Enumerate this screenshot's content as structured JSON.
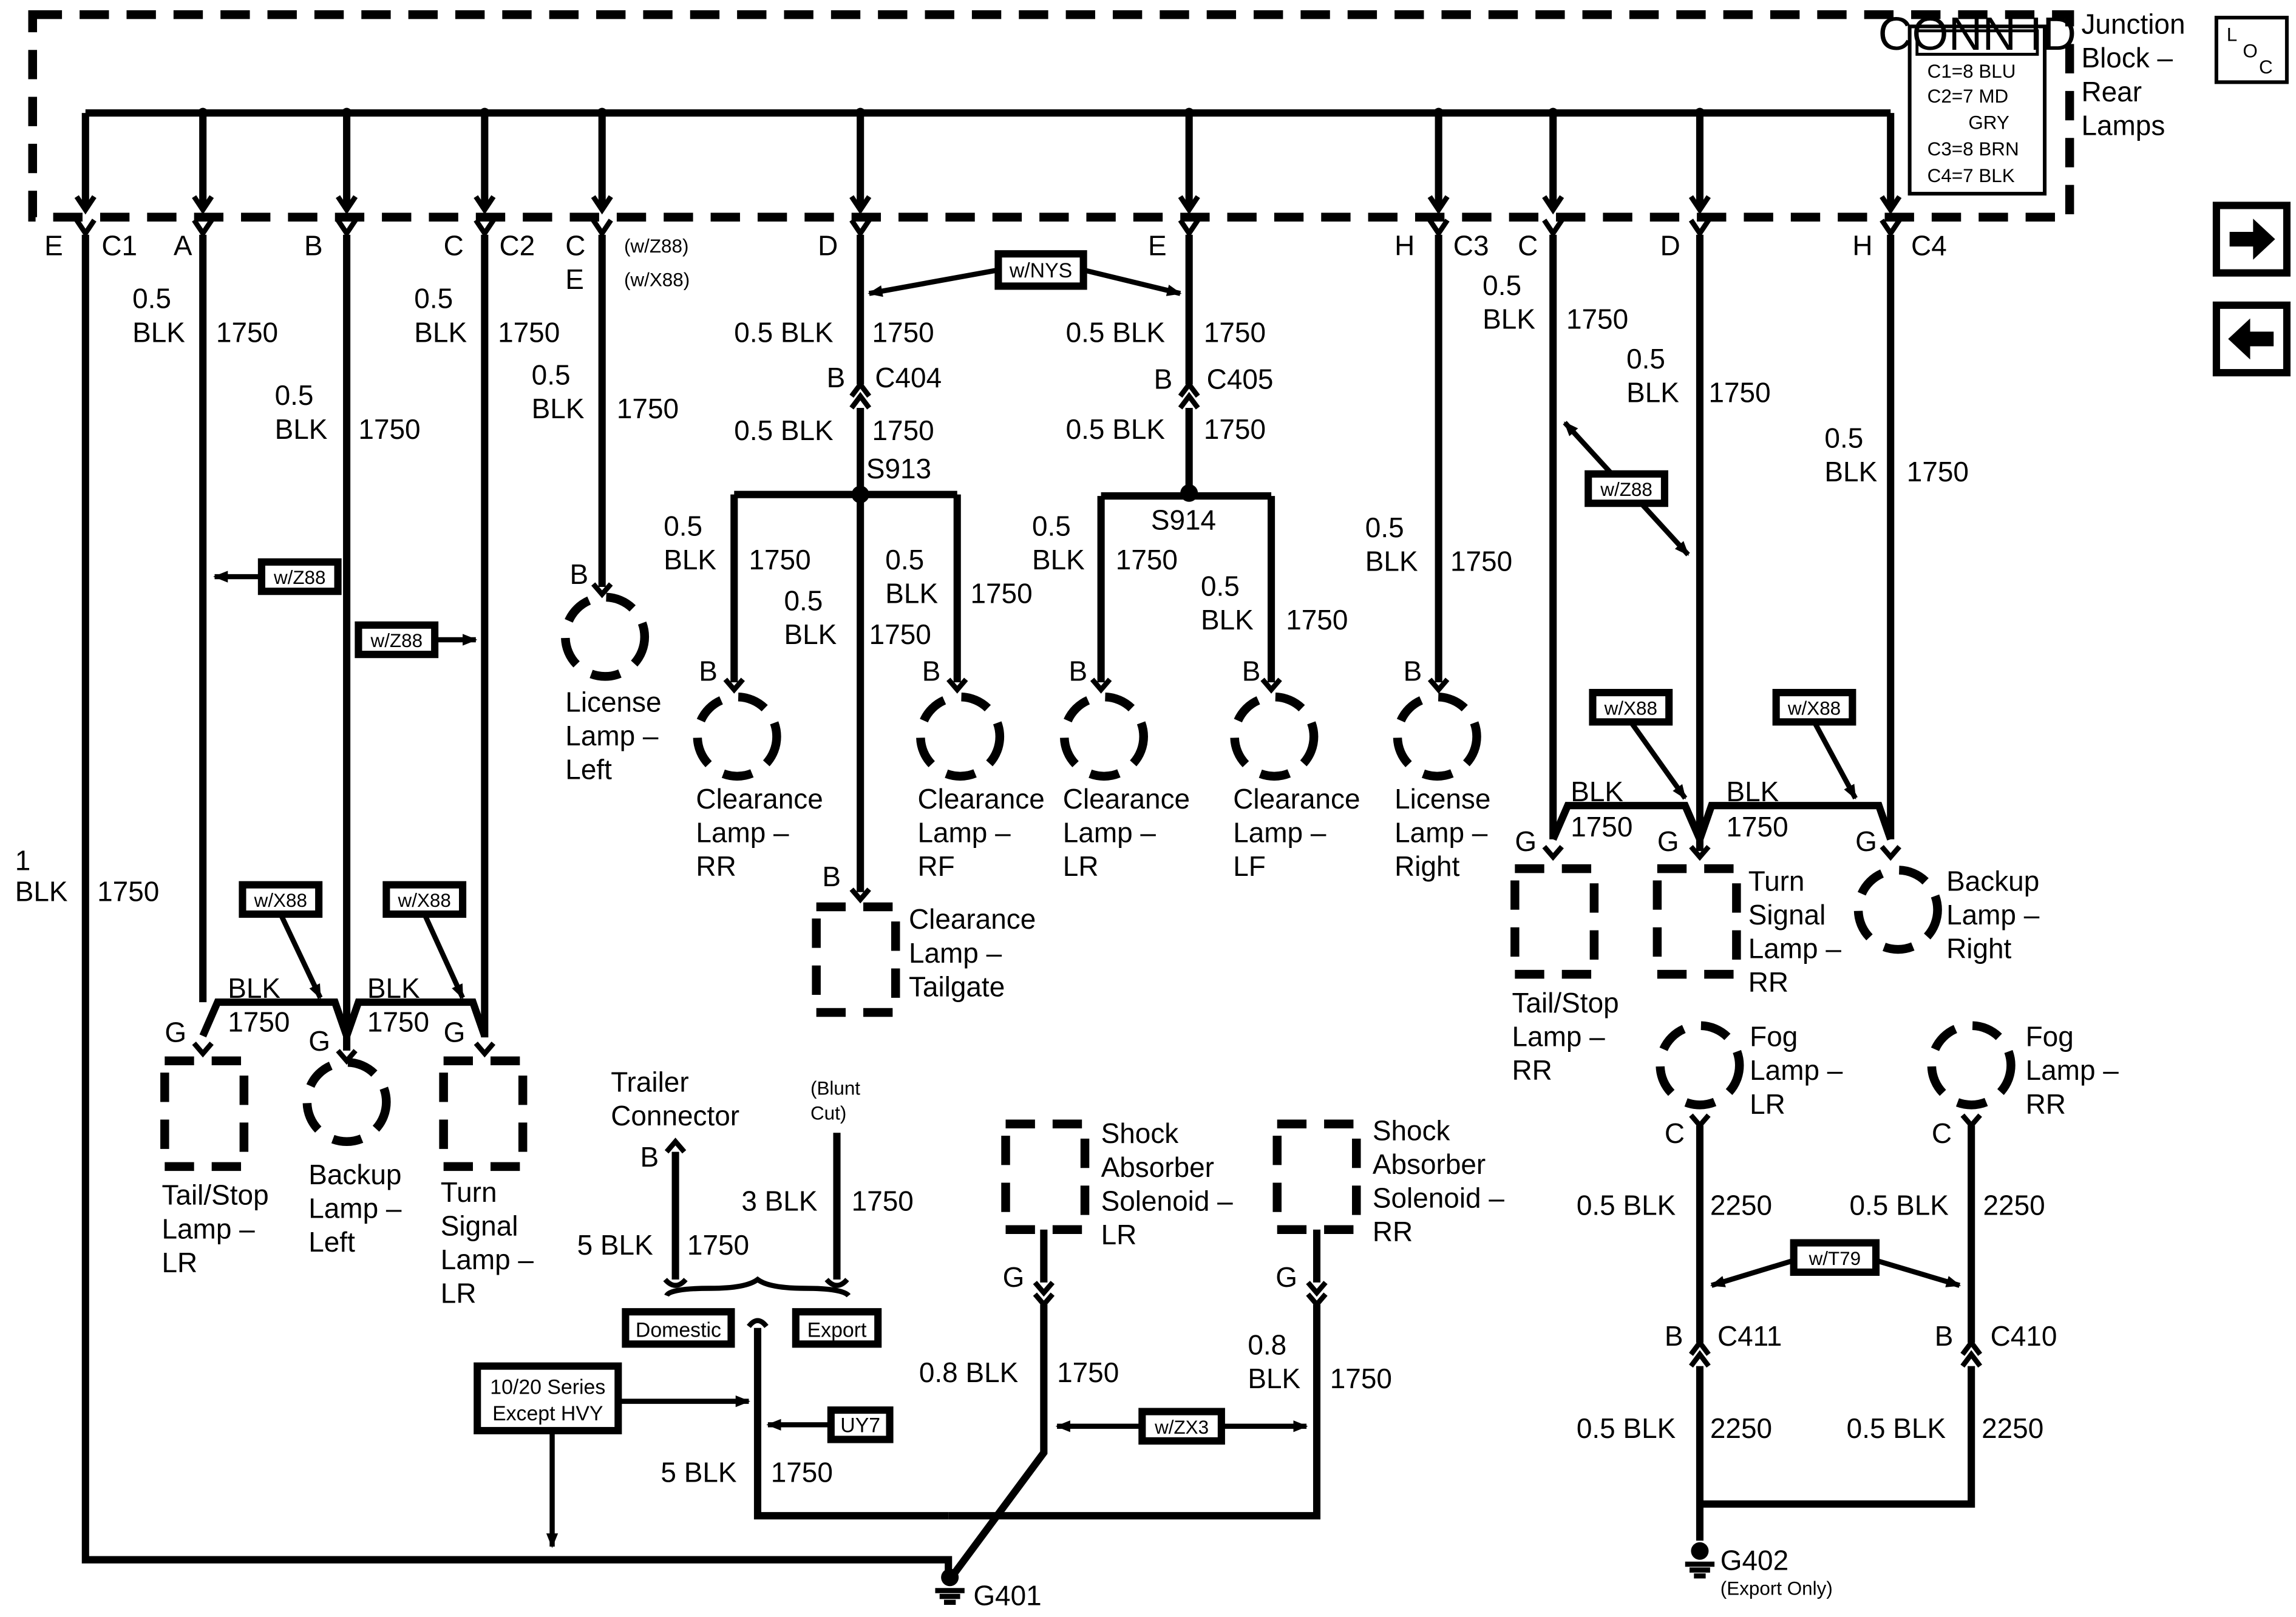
{
  "junction_block": {
    "name_lines": [
      "Junction",
      "Block –",
      "Rear",
      "Lamps"
    ],
    "conn_id_title": "CONN ID",
    "conn_id_lines": [
      "C1=8 BLU",
      "C2=7 MD",
      "GRY",
      "C3=8 BRN",
      "C4=7 BLK"
    ],
    "loc_icon_text": [
      "L",
      "O",
      "C"
    ]
  },
  "nav": {
    "next_icon": "arrow-right-icon",
    "prev_icon": "arrow-left-icon"
  },
  "pins": {
    "e1": "E",
    "c1": "C1",
    "a": "A",
    "b": "B",
    "c_tsl": "C",
    "c2": "C2",
    "c_lic": "C",
    "e_lic": "E",
    "z88_note": "(w/Z88)",
    "x88_note": "(w/X88)",
    "d_clr": "D",
    "e_clr": "E",
    "h": "H",
    "c3": "C3",
    "c_right": "C",
    "d_right": "D",
    "h_right": "H",
    "c4": "C4"
  },
  "wire": {
    "size_05": "0.5",
    "size_1": "1",
    "size_08": "0.8",
    "size_3": "3",
    "size_5": "5",
    "color": "BLK",
    "circuit_1750": "1750",
    "circuit_2250": "2250",
    "label_05blk": "0.5 BLK",
    "label_3blk": "3 BLK",
    "label_5blk": "5 BLK",
    "label_08blk": "0.8 BLK"
  },
  "connectors": {
    "c404": "C404",
    "c405": "C405",
    "c410": "C410",
    "c411": "C411",
    "pin_b": "B",
    "pin_g": "G",
    "pin_c": "C"
  },
  "splices": {
    "s913": "S913",
    "s914": "S914"
  },
  "options": {
    "nys": "w/NYS",
    "z88": "w/Z88",
    "x88": "w/X88",
    "zx3": "w/ZX3",
    "t79": "w/T79",
    "uy7": "UY7",
    "domestic": "Domestic",
    "export": "Export",
    "series_line1": "10/20 Series",
    "series_line2": "Except HVY",
    "blunt_cut_line1": "(Blunt",
    "blunt_cut_line2": "Cut)"
  },
  "components": {
    "license_left": [
      "License",
      "Lamp –",
      "Left"
    ],
    "clearance_rr": [
      "Clearance",
      "Lamp –",
      "RR"
    ],
    "clearance_rf": [
      "Clearance",
      "Lamp –",
      "RF"
    ],
    "clearance_lr": [
      "Clearance",
      "Lamp –",
      "LR"
    ],
    "clearance_lf": [
      "Clearance",
      "Lamp –",
      "LF"
    ],
    "license_right": [
      "License",
      "Lamp –",
      "Right"
    ],
    "clearance_tailgate": [
      "Clearance",
      "Lamp –",
      "Tailgate"
    ],
    "tail_stop_lr": [
      "Tail/Stop",
      "Lamp –",
      "LR"
    ],
    "backup_left": [
      "Backup",
      "Lamp –",
      "Left"
    ],
    "turn_signal_lr": [
      "Turn",
      "Signal",
      "Lamp –",
      "LR"
    ],
    "trailer_connector": [
      "Trailer",
      "Connector"
    ],
    "shock_lr": [
      "Shock",
      "Absorber",
      "Solenoid –",
      "LR"
    ],
    "shock_rr": [
      "Shock",
      "Absorber",
      "Solenoid –",
      "RR"
    ],
    "tail_stop_rr": [
      "Tail/Stop",
      "Lamp –",
      "RR"
    ],
    "turn_signal_rr": [
      "Turn",
      "Signal",
      "Lamp –",
      "RR"
    ],
    "backup_right": [
      "Backup",
      "Lamp –",
      "Right"
    ],
    "fog_lr": [
      "Fog",
      "Lamp –",
      "LR"
    ],
    "fog_rr": [
      "Fog",
      "Lamp –",
      "RR"
    ]
  },
  "grounds": {
    "g401": "G401",
    "g402": "G402",
    "export_only": "(Export Only)"
  }
}
